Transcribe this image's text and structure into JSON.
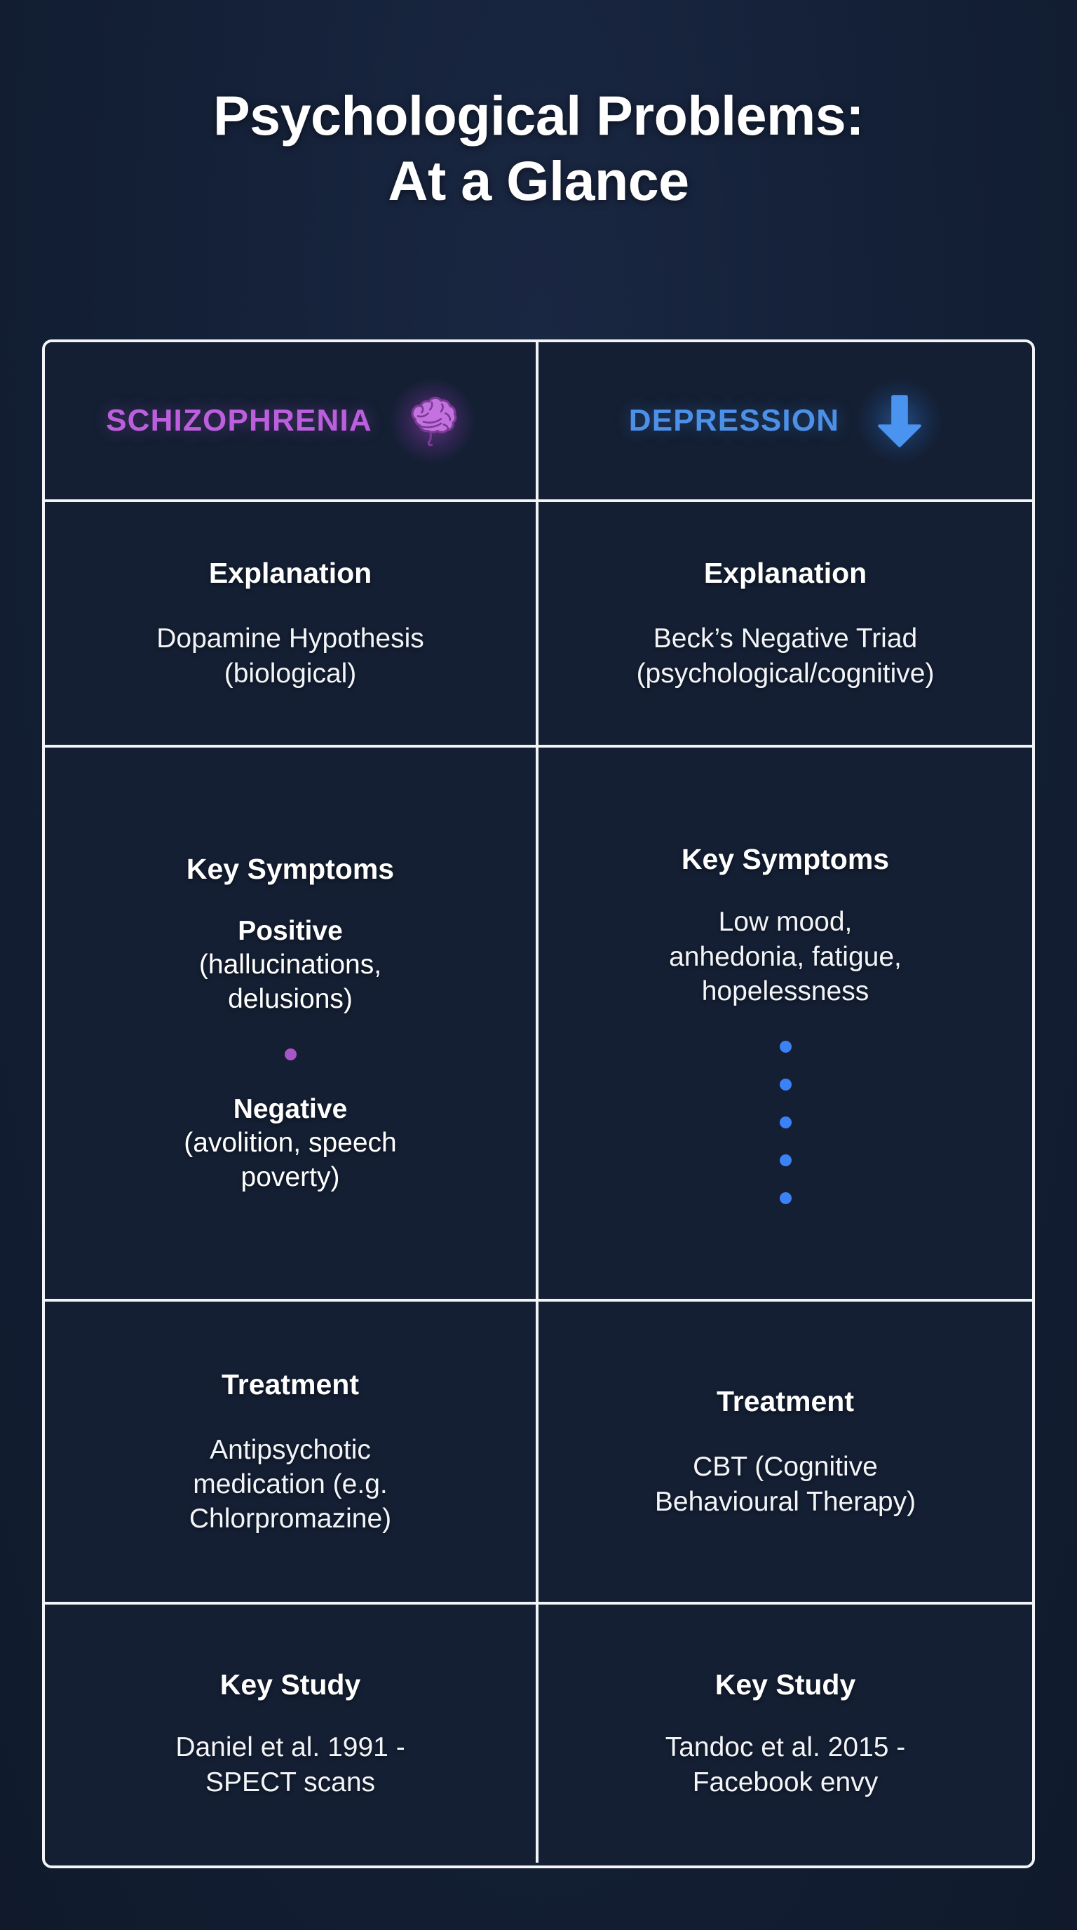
{
  "page": {
    "background_color": "#131f35",
    "border_color": "#f2f4f8",
    "title_line_1": "Psychological Problems:",
    "title_line_2": "At a Glance"
  },
  "columns": [
    {
      "id": "schizophrenia",
      "header_label": "SCHIZOPHRENIA",
      "header_color": "#bb5fdc",
      "icon": "brain-icon",
      "accent_color": "#a855c8",
      "rows": {
        "explanation": {
          "heading": "Explanation",
          "body_line_1": "Dopamine Hypothesis",
          "body_line_2": "(biological)"
        },
        "key_symptoms": {
          "heading": "Key Symptoms",
          "positive_label": "Positive",
          "positive_detail_line_1": "(hallucinations,",
          "positive_detail_line_2": "delusions)",
          "separator_dots": 1,
          "negative_label": "Negative",
          "negative_detail_line_1": "(avolition, speech",
          "negative_detail_line_2": "poverty)"
        },
        "treatment": {
          "heading": "Treatment",
          "body_line_1": "Antipsychotic",
          "body_line_2": "medication (e.g.",
          "body_line_3": "Chlorpromazine)"
        },
        "key_study": {
          "heading": "Key Study",
          "body_line_1": "Daniel et al. 1991 -",
          "body_line_2": "SPECT scans"
        }
      }
    },
    {
      "id": "depression",
      "header_label": "DEPRESSION",
      "header_color": "#4c90e8",
      "icon": "down-arrow-icon",
      "accent_color": "#3b82f6",
      "rows": {
        "explanation": {
          "heading": "Explanation",
          "body_line_1": "Beck’s Negative Triad",
          "body_line_2": "(psychological/cognitive)"
        },
        "key_symptoms": {
          "heading": "Key Symptoms",
          "body_line_1": "Low mood,",
          "body_line_2": "anhedonia, fatigue,",
          "body_line_3": "hopelessness",
          "bullet_dots": 5
        },
        "treatment": {
          "heading": "Treatment",
          "body_line_1": "CBT (Cognitive",
          "body_line_2": "Behavioural Therapy)"
        },
        "key_study": {
          "heading": "Key Study",
          "body_line_1": "Tandoc et al. 2015 -",
          "body_line_2": "Facebook envy"
        }
      }
    }
  ]
}
